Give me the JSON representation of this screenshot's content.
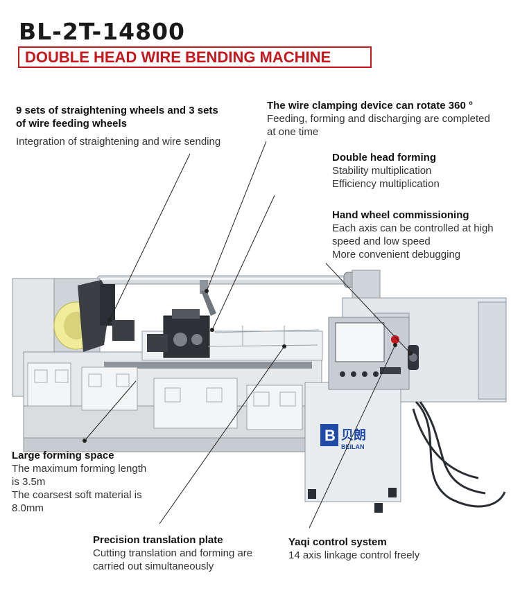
{
  "header": {
    "model": "BL-2T-14800",
    "subtitle": "DOUBLE HEAD WIRE BENDING MACHINE"
  },
  "annotations": {
    "straightening": {
      "heading_line1": "9 sets of straightening wheels and 3 sets",
      "heading_line2": "of wire feeding wheels",
      "line1": "Integration of straightening and wire sending"
    },
    "clamping": {
      "heading": "The wire clamping device can rotate 360 °",
      "line1": "Feeding, forming and discharging are completed",
      "line2": "at one time"
    },
    "double_head": {
      "heading": "Double head forming",
      "line1": "Stability multiplication",
      "line2": "Efficiency multiplication"
    },
    "hand_wheel": {
      "heading": "Hand wheel commissioning",
      "line1": "Each axis can be controlled at high",
      "line2": "speed and low speed",
      "line3": "More convenient debugging"
    },
    "forming_space": {
      "heading": "Large forming space",
      "line1": "The maximum forming length",
      "line2": "is 3.5m",
      "line3": "The coarsest soft material is",
      "line4": "8.0mm"
    },
    "translation": {
      "heading": "Precision translation plate",
      "line1": "Cutting translation and forming are",
      "line2": "carried out simultaneously"
    },
    "control": {
      "heading": "Yaqi control system",
      "line1": "14 axis linkage control freely"
    }
  },
  "logo": {
    "mark": "B",
    "cn": "贝朗",
    "en": "BEILAN"
  },
  "colors": {
    "accent_red": "#c8161d",
    "machine_body": "#dfe3e6",
    "machine_shadow": "#a9b0b6",
    "leader_line": "#222222"
  }
}
